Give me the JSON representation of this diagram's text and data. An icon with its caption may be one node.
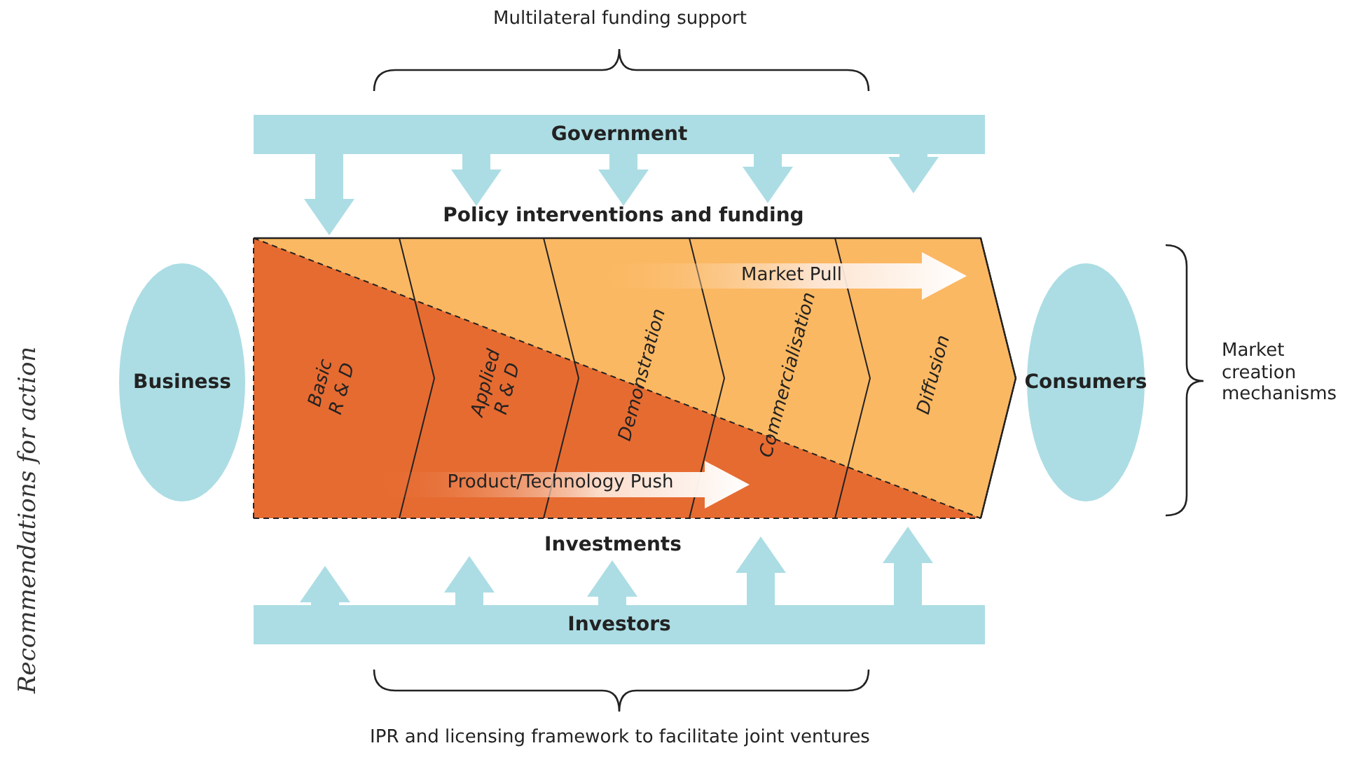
{
  "diagram": {
    "nodes": [
      {
        "text": [
          "Government"
        ]
      },
      {
        "text": [
          "Investors"
        ]
      },
      {
        "text": [
          "Business"
        ]
      },
      {
        "text": [
          "Consumers"
        ]
      },
      {
        "text": [],
        "shape": "box"
      },
      {
        "text": [
          "Basic R & D"
        ],
        "in": 4
      },
      {
        "text": [
          "Applied R & D"
        ],
        "in": 4
      },
      {
        "text": [
          "Demonstration"
        ],
        "in": 4
      },
      {
        "text": [
          "Commercialisation"
        ],
        "in": 4
      },
      {
        "text": [
          "Diffusion"
        ],
        "in": 4
      }
    ],
    "edges": [
      {
        "from": 0,
        "to": 4,
        "arrow": "to"
      },
      {
        "from": 0,
        "to": 4,
        "arrow": "to"
      },
      {
        "from": 0,
        "to": 4,
        "arrow": "to"
      },
      {
        "from": 0,
        "to": 4,
        "arrow": "to"
      },
      {
        "from": 0,
        "to": 4,
        "arrow": "to"
      },
      {
        "from": 1,
        "to": 4,
        "arrow": "to"
      },
      {
        "from": 1,
        "to": 4,
        "arrow": "to"
      },
      {
        "from": 1,
        "to": 4,
        "arrow": "to"
      },
      {
        "from": 1,
        "to": 4,
        "arrow": "to"
      },
      {
        "from": 1,
        "to": 4,
        "arrow": "to"
      }
    ],
    "labels": [
      "Multilateral funding support",
      "Policy interventions and funding",
      "Market Pull",
      "Product/Technology Push",
      "Market creation mechanisms",
      "Investments",
      "IPR and licensing framework to facilitate joint ventures",
      "Recommendations for action"
    ]
  }
}
